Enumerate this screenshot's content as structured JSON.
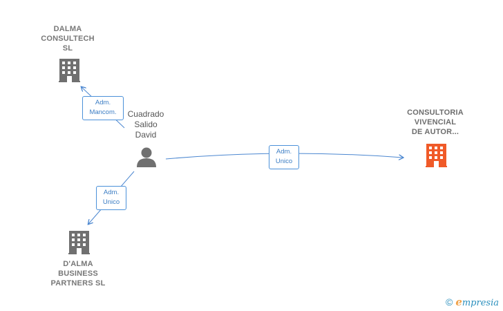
{
  "nodes": {
    "dalma": {
      "label": "DALMA\nCONSULTECH\nSL",
      "icon": "building-icon",
      "color": "#6b6b6b"
    },
    "person": {
      "label": "Cuadrado\nSalido\nDavid",
      "icon": "person-icon",
      "color": "#6b6b6b"
    },
    "consultoria": {
      "label": "CONSULTORIA\nVIVENCIAL\nDE AUTOR...",
      "icon": "building-icon",
      "color": "#f05a28"
    },
    "dalma_business": {
      "label": "D'ALMA\nBUSINESS\nPARTNERS  SL",
      "icon": "building-icon",
      "color": "#6b6b6b"
    }
  },
  "edges": {
    "to_dalma": {
      "label": "Adm.\nMancom."
    },
    "to_consultoria": {
      "label": "Adm.\nUnico"
    },
    "to_dalma_business": {
      "label": "Adm.\nUnico"
    }
  },
  "colors": {
    "edge": "#4a86d0",
    "accent": "#f05a28"
  },
  "footer": {
    "copyright": "©",
    "brand_initial": "e",
    "brand_rest": "mpresia"
  }
}
